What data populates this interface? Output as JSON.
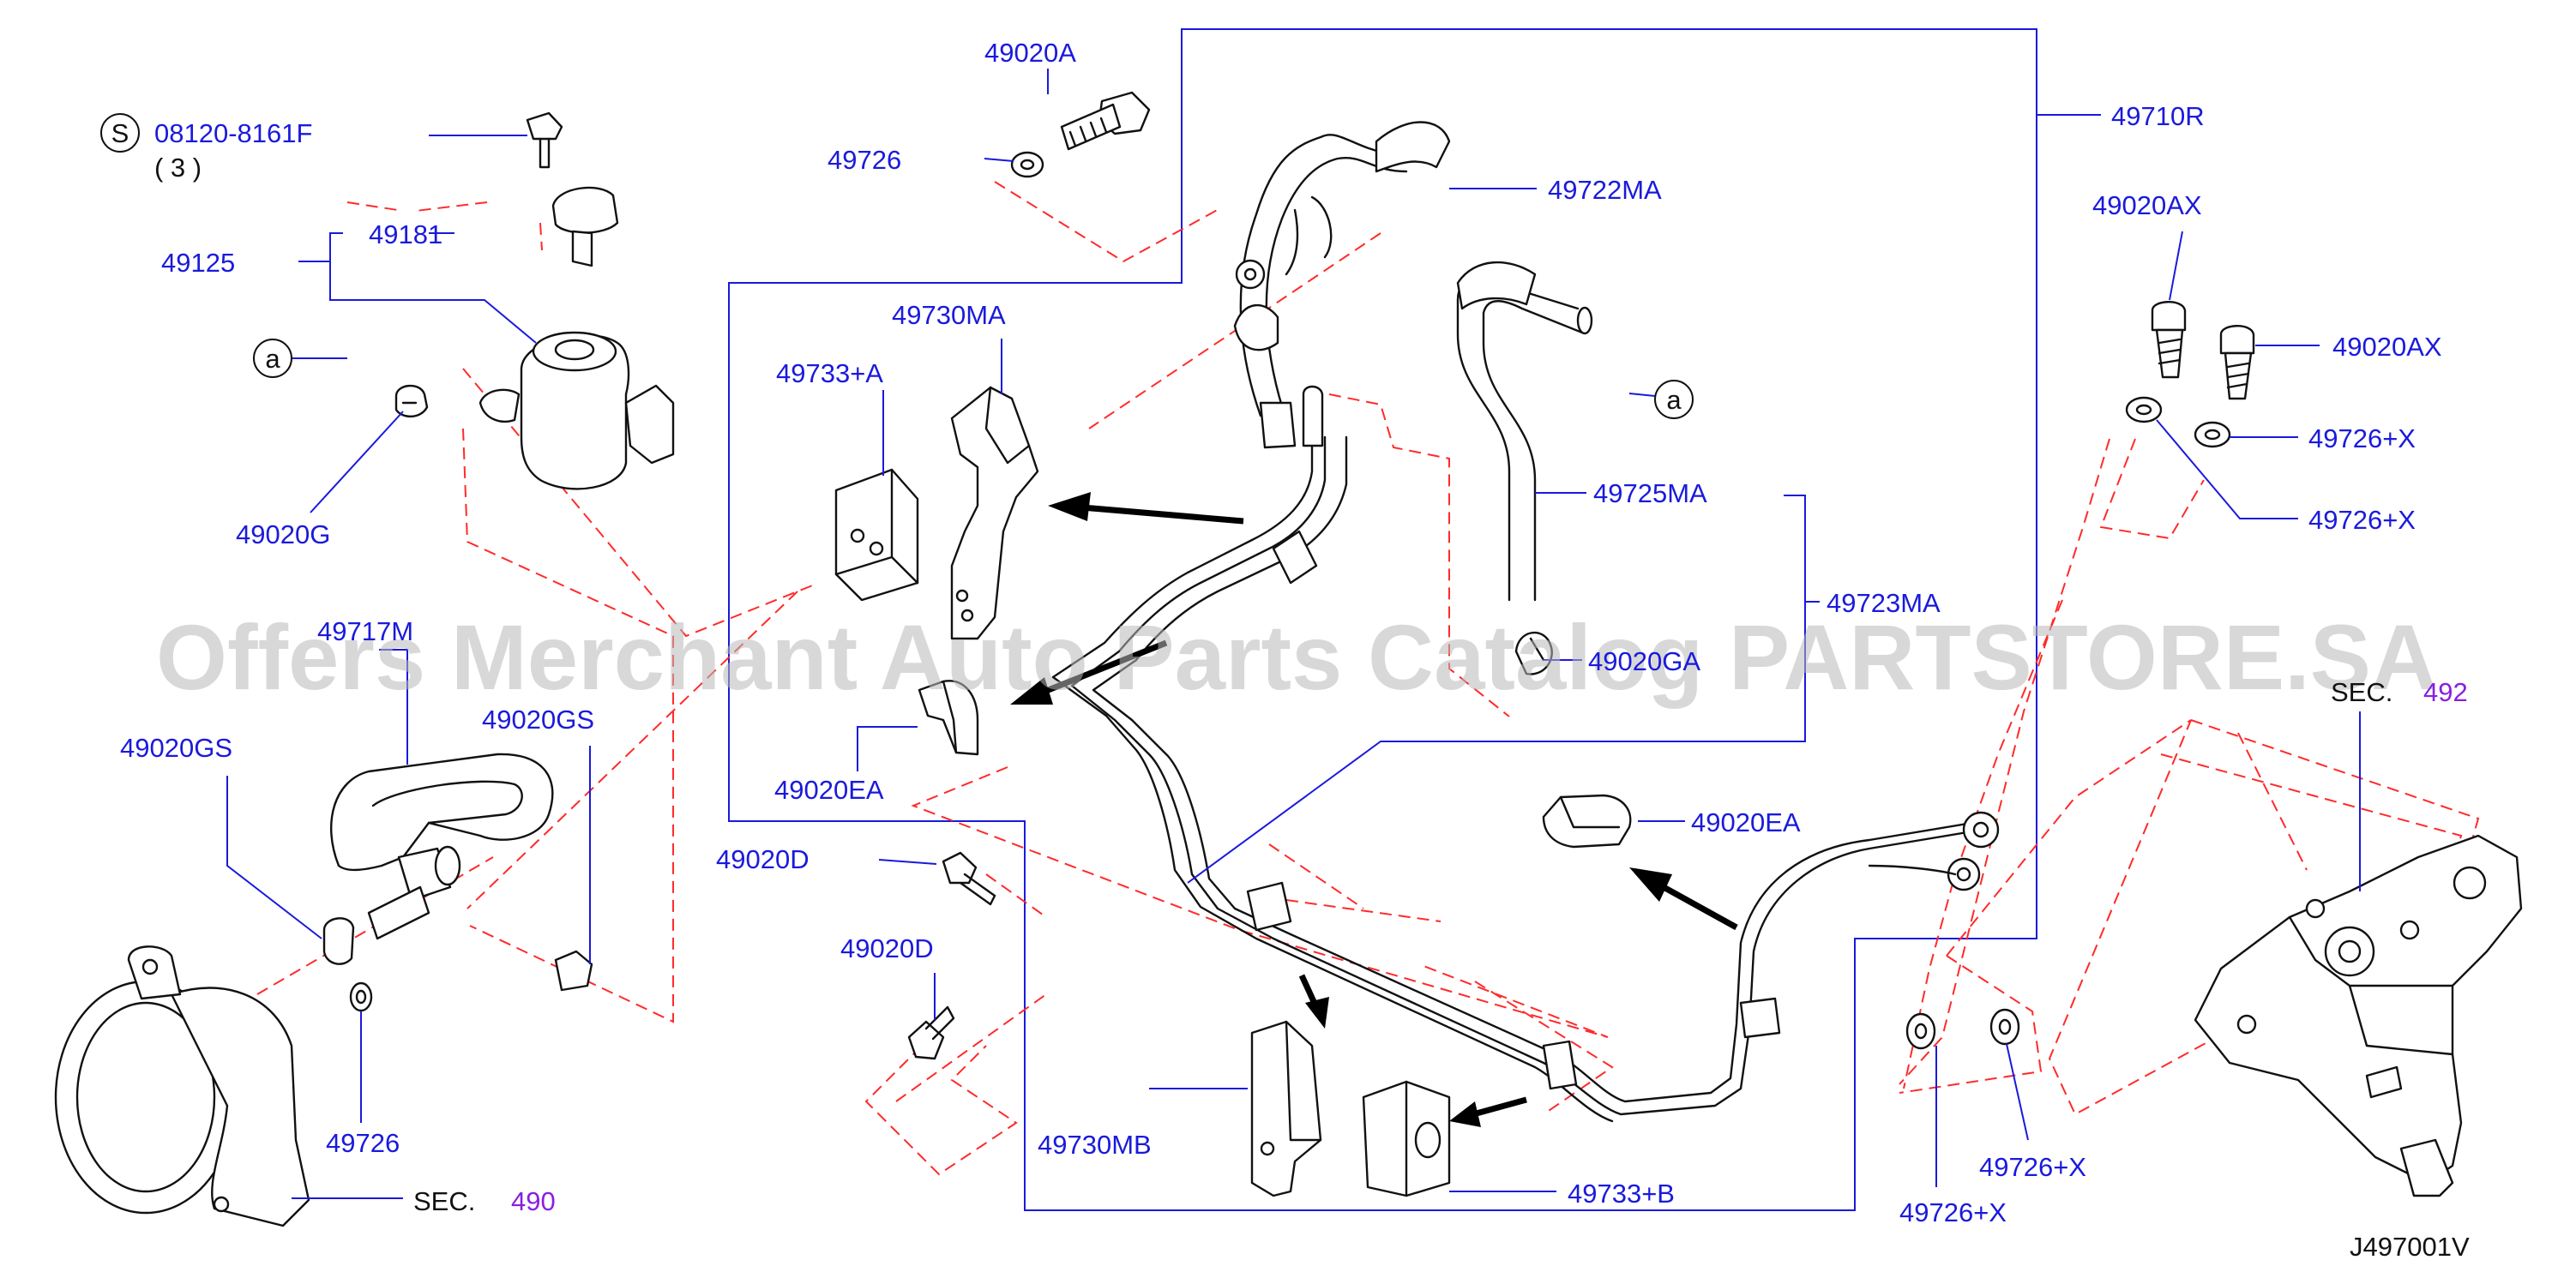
{
  "watermark": "Offers Merchant Auto Parts Catalog PARTSTORE.SA",
  "diagram_code": "J497001V",
  "callout_a": "a",
  "screw_note": {
    "prefix": "S",
    "part": "08120-8161F",
    "qty": "( 3 )"
  },
  "labels": {
    "p49020A": "49020A",
    "p49726_top": "49726",
    "p49722MA": "49722MA",
    "p49710R": "49710R",
    "p49181": "49181",
    "p49125": "49125",
    "p49020G": "49020G",
    "p49730MA": "49730MA",
    "p49733A": "49733+A",
    "p49725MA": "49725MA",
    "p49723MA": "49723MA",
    "p49020GA": "49020GA",
    "p49717M": "49717M",
    "p49020GS_left": "49020GS",
    "p49020GS_right": "49020GS",
    "p49020EA_left": "49020EA",
    "p49020EA_right": "49020EA",
    "p49020D_1": "49020D",
    "p49020D_2": "49020D",
    "p49726_bottom": "49726",
    "p49730MB": "49730MB",
    "p49733B": "49733+B",
    "p49020AX_1": "49020AX",
    "p49020AX_2": "49020AX",
    "p49726X_1": "49726+X",
    "p49726X_2": "49726+X",
    "p49726X_3": "49726+X",
    "p49726X_4": "49726+X"
  },
  "sections": {
    "sec_prefix": "SEC.",
    "sec490": "490",
    "sec492": "492"
  },
  "colors": {
    "label": "#1a1adc",
    "section": "#8a1ee0",
    "dashed": "#ff2a2a",
    "parts": "#111111"
  }
}
